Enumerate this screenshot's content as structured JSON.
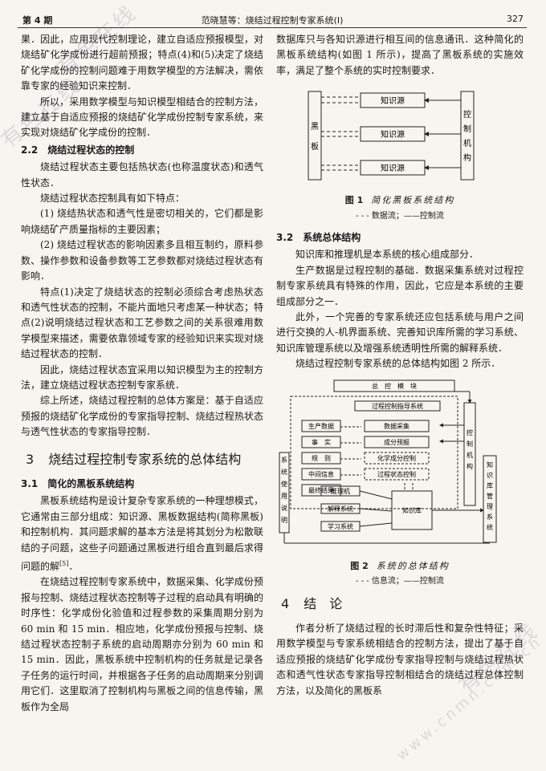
{
  "header": {
    "issue": "第 4 期",
    "title": "范晓慧等：烧结过程控制专家系统(Ⅰ)",
    "page": "327"
  },
  "left": {
    "p1": "果．因此，应用现代控制理论，建立自适应预报模型，对烧结矿化学成份进行超前预报；特点(4)和(5)决定了烧结矿化学成份的控制问题难于用数学模型的方法解决，需依靠专家的经验知识来控制．",
    "p2": "所以，采用数学模型与知识模型相结合的控制方法，建立基于自适应预报的烧结矿化学成份控制专家系统，来实现对烧结矿化学成份的控制．",
    "h22": "2.2　烧结过程状态的控制",
    "p3": "烧结过程状态主要包括热状态(也称温度状态)和透气性状态．",
    "p4": "烧结过程状态控制具有如下特点：",
    "p5": "(1) 烧结热状态和透气性是密切相关的，它们都是影响烧结矿产质量指标的主要因素；",
    "p6": "(2) 烧结过程状态的影响因素多且相互制约，原料参数、操作参数和设备参数等工艺参数都对烧结过程状态有影响．",
    "p7": "特点(1)决定了烧结状态的控制必须综合考虑热状态和透气性状态的控制，不能片面地只考虑某一种状态；特点(2)说明烧结过程状态和工艺参数之间的关系很难用数学模型来描述，需要依靠领域专家的经验知识来实现对烧结过程状态的控制．",
    "p8": "因此，烧结过程状态宜采用以知识模型为主的控制方法，建立烧结过程状态控制专家系统．",
    "p9": "综上所述，烧结过程控制的总体方案是：基于自适应预报的烧结矿化学成份的专家指导控制、烧结过程热状态与透气性状态的专家指导控制．",
    "h3num": "3",
    "h3": "烧结过程控制专家系统的总体结构",
    "h31": "3.1　简化的黑板系统结构",
    "p10": "黑板系统结构是设计复杂专家系统的一种理想模式，它通常由三部分组成：知识源、黑板数据结构(简称黑板)和控制机构．其问题求解的基本方法是将其划分为松散联结的子问题，这些子问题通过黑板进行组合直到最后求得问题的解",
    "p10ref": "[5]",
    "p10end": "．",
    "p11": "在烧结过程控制专家系统中，数据采集、化学成份预报与控制、烧结过程状态控制等子过程的启动具有明确的时序性：化学成份化验值和过程参数的采集周期分别为 60 min 和 15 min．相应地，化学成份预报与控制、烧结过程状态控制子系统的启动周期亦分别为 60 min 和 15 min．因此，黑板系统中控制机构的任务就是记录各子任务的运行时间，并根据各子任务的启动周期来分别调用它们．这里取消了控制机构与黑板之间的信息传输，黑板作为全局"
  },
  "right": {
    "p1": "数据库只与各知识源进行相互间的信息通讯．这种简化的黑板系统结构(如图 1 所示)，提高了黑板系统的实施效率，满足了整个系统的实时控制要求．",
    "fig1": {
      "blackboard": "黑板",
      "ks": "知识源",
      "control": "控制机构",
      "caption_num": "图 1",
      "caption": "简化黑板系统结构",
      "legend": "- - - 数据流；——控制流"
    },
    "h32": "3.2　系统总体结构",
    "p2": "知识库和推理机是本系统的核心组成部分．",
    "p3": "生产数据是过程控制的基础．数据采集系统对过程控制专家系统具有特殊的作用，因此，它应是本系统的主要组成部分之一．",
    "p4": "此外，一个完善的专家系统还应包括系统与用户之间进行交换的人-机界面系统、完善知识库所需的学习系统、知识库管理系统以及增强系统透明性所需的解释系统．",
    "p5": "烧结过程控制专家系统的总体结构如图 2 所示．",
    "fig2": {
      "master": "总　控　模　块",
      "guide": "过程控制指导系统",
      "data": [
        "生产数据",
        "事　实",
        "规　则",
        "中间信息",
        "最终结果"
      ],
      "sub": [
        "数据采集",
        "成分预报",
        "化学成分控制",
        "过程状态控制"
      ],
      "control": "控制机构",
      "manual": "系统使用说明",
      "engine": "推理机",
      "explain": "解释系统",
      "learn": "学习系统",
      "kb": "知识库",
      "kbm": "知识库管理系统",
      "caption_num": "图 2",
      "caption": "系统的总体结构",
      "legend": "- - - 信息流；——控制流"
    },
    "h4num": "4",
    "h4": "结　论",
    "p6": "作者分析了烧结过程的长时滞后性和复杂性特征；采用数学模型与专家系统相结合的控制方法，提出了基于自适应预报的烧结矿化学成份专家指导控制与烧结过程热状态和透气性状态专家指导控制相结合的烧结过程总体控制方法，以及简化的黑板系"
  },
  "watermarks": [
    "有色在线",
    "有色在线",
    "有色在线",
    "www.cnmn.com.cn"
  ]
}
